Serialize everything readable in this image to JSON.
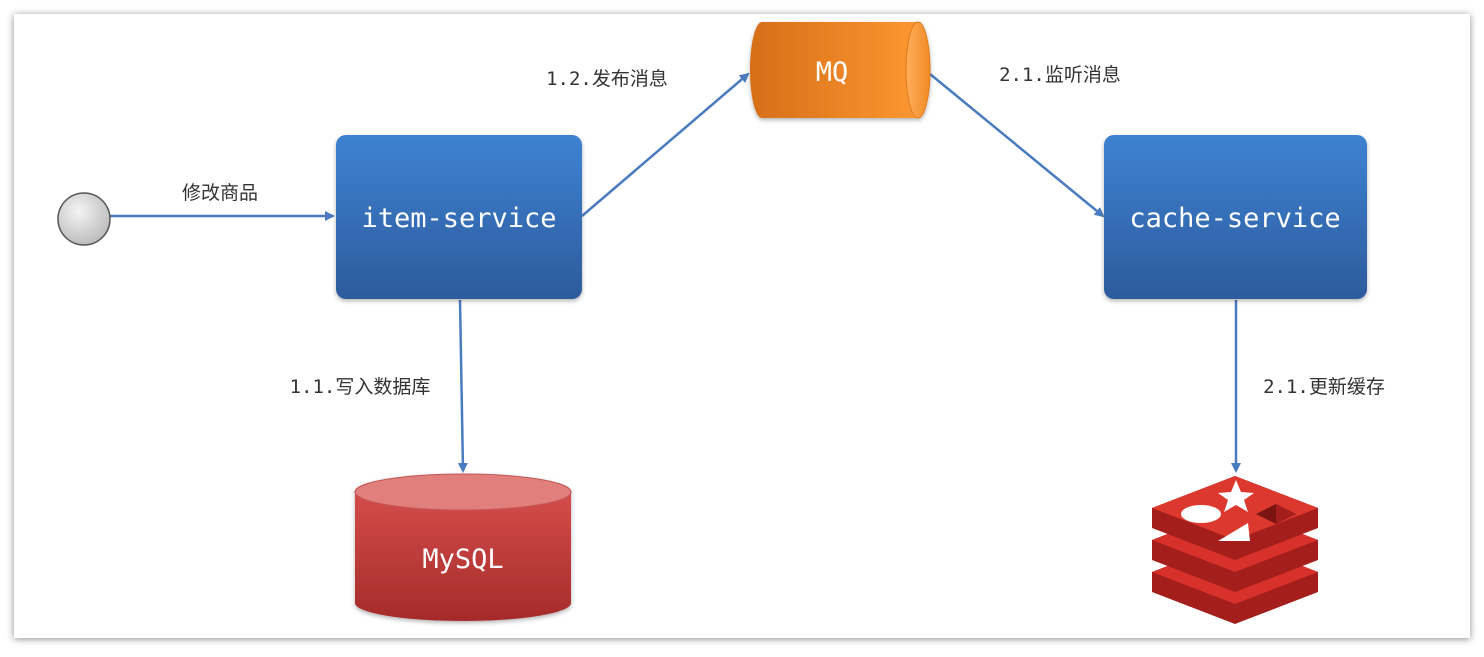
{
  "nodes": {
    "item_service": "item-service",
    "cache_service": "cache-service",
    "mq": "MQ",
    "mysql": "MySQL"
  },
  "edges": {
    "modify_product": "修改商品",
    "write_db": "1.1.写入数据库",
    "publish_msg": "1.2.发布消息",
    "listen_msg": "2.1.监听消息",
    "update_cache": "2.1.更新缓存"
  },
  "colors": {
    "service_blue": "#3a78c4",
    "mq_orange": "#f08a24",
    "mysql_red": "#c9413f",
    "redis_red": "#d8302a",
    "arrow": "#4a7bbf"
  },
  "icons": {
    "start": "start-node-circle",
    "redis": "redis-icon"
  }
}
